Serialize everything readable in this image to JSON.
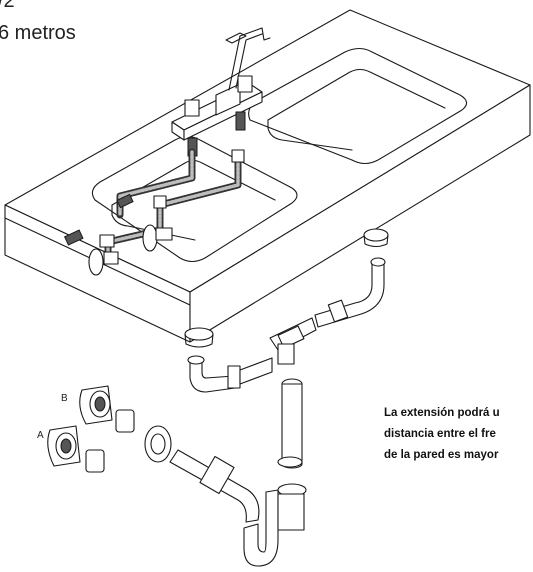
{
  "header": {
    "line1": "/2",
    "line2": "6 metros"
  },
  "note": {
    "line1": "La extensión podrá u",
    "line2": "distancia entre el fre",
    "line3": "de la pared es mayor"
  },
  "labels": {
    "b": "B",
    "a": "A"
  }
}
